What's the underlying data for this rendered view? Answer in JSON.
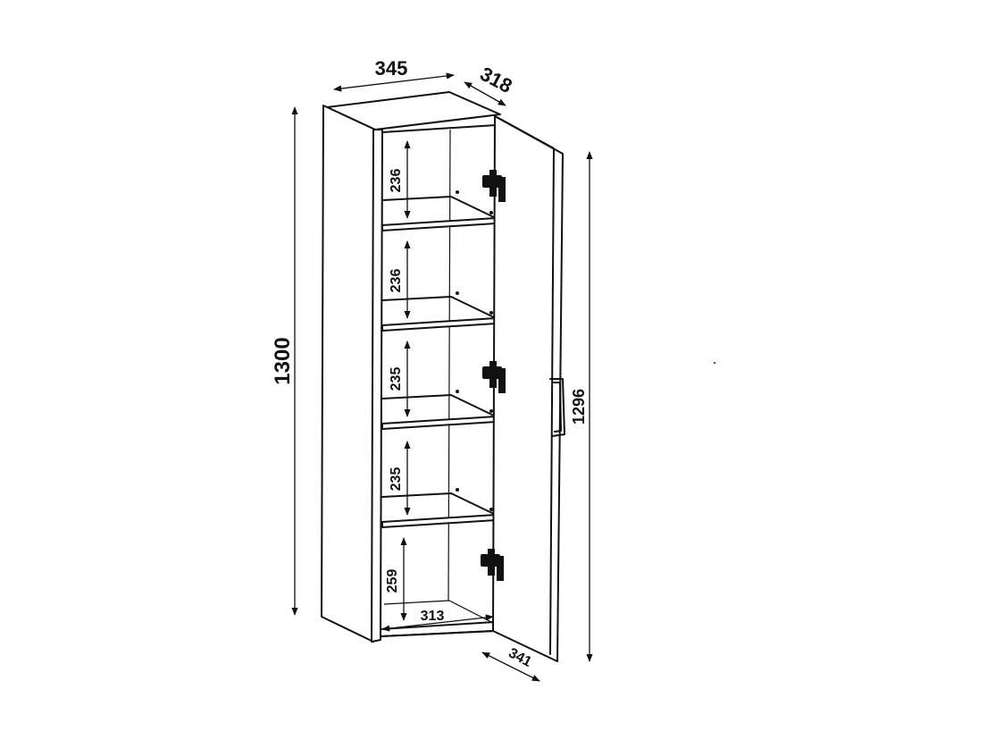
{
  "dimensions": {
    "width": "345",
    "depth": "318",
    "height": "1300",
    "door_height": "1296",
    "door_depth": "341",
    "inner_depth": "313",
    "shelf_1": "236",
    "shelf_2": "236",
    "shelf_3": "235",
    "shelf_4": "235",
    "shelf_5": "259"
  },
  "colors": {
    "line": "#111111",
    "background": "#ffffff"
  }
}
